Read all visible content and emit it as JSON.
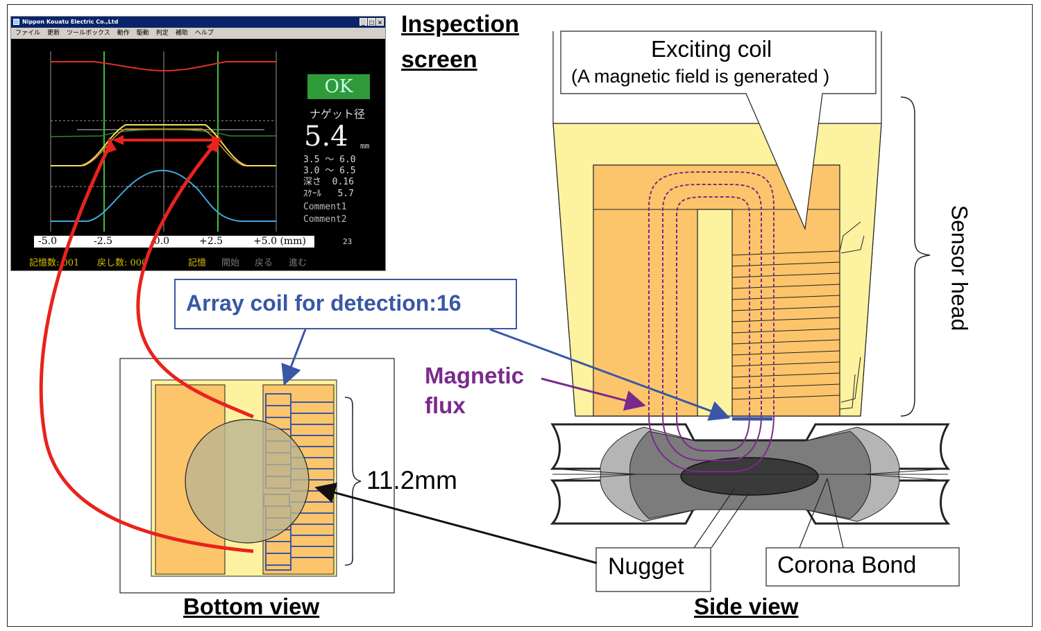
{
  "inspection_window": {
    "title": "Nippon Kouatu Electric Co.,Ltd",
    "window_buttons": [
      "_",
      "□",
      "×"
    ],
    "menu": [
      "ファイル",
      "更新",
      "ツールボックス",
      "動作",
      "駆動",
      "判定",
      "補助",
      "ヘルプ"
    ],
    "status": "OK",
    "nugget_label": "ナゲット径",
    "nugget_value": "5.4",
    "nugget_unit": "mm",
    "range1": "3.5 ～ 6.0",
    "range2": "3.0 ～ 6.5",
    "depth": "深さ  0.16",
    "scale": "ｽｹｰﾙ   5.7",
    "comment1": "Comment1",
    "comment2": "Comment2",
    "axis_ticks": [
      "-5.0",
      "-2.5",
      "-0.0",
      "+2.5",
      "+5.0 (mm)"
    ],
    "channel": "23",
    "memory_count": "記憶数: 001",
    "return_count": "戻し数: 000",
    "commands": [
      "記憶",
      "開始",
      "戻る",
      "進む"
    ],
    "colors": {
      "status_bg": "#2e9a3a",
      "trace_red": "#e0302a",
      "trace_yellow": "#f2e05a",
      "trace_blue": "#3fa8e0",
      "trace_green": "#2a8a2a"
    }
  },
  "headings": {
    "inspection": [
      "Inspection",
      "screen"
    ],
    "bottom_view": "Bottom view",
    "side_view": "Side view"
  },
  "labels": {
    "array_coil": "Array coil for detection:16",
    "magnetic": [
      "Magnetic",
      "flux"
    ],
    "dimension": "11.2mm",
    "exciting_coil": "Exciting coil",
    "exciting_sub": "(A magnetic field is generated )",
    "sensor_head": "Sensor head",
    "nugget": "Nugget",
    "corona": "Corona Bond"
  },
  "colors": {
    "arrow_red": "#e8231d",
    "array_blue": "#3957a6",
    "magnetic_purple": "#7b2a8c",
    "core_orange": "#fcc56b",
    "housing_yellow": "#fdf2a0"
  }
}
